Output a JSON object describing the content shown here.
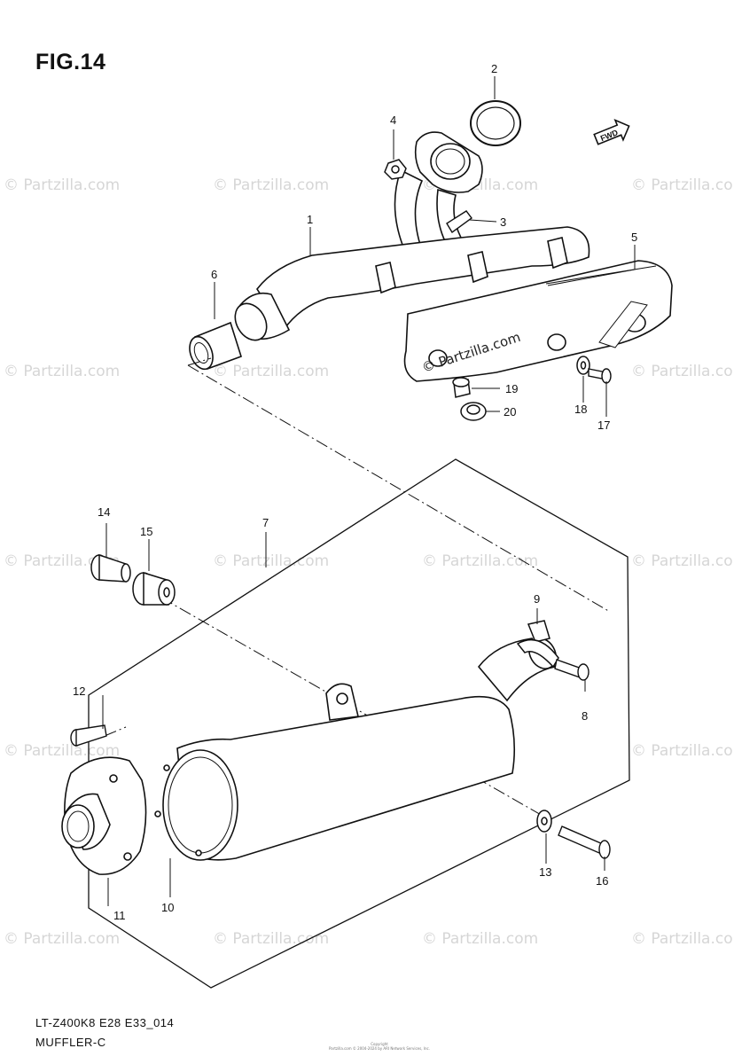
{
  "figure": {
    "title": "FIG.14",
    "model_code": "LT-Z400K8 E28 E33_014",
    "section_name": "MUFFLER-C"
  },
  "watermark": {
    "text": "© Partzilla.com",
    "color": "#d6d6d6"
  },
  "copyright": {
    "line1": "Copyright",
    "line2": "Partzilla.com © 2004-2024 by ARI Network Services, Inc."
  },
  "callouts": [
    {
      "id": "callout-1",
      "label": "1"
    },
    {
      "id": "callout-2",
      "label": "2"
    },
    {
      "id": "callout-3",
      "label": "3"
    },
    {
      "id": "callout-4",
      "label": "4"
    },
    {
      "id": "callout-5",
      "label": "5"
    },
    {
      "id": "callout-6",
      "label": "6"
    },
    {
      "id": "callout-7",
      "label": "7"
    },
    {
      "id": "callout-8",
      "label": "8"
    },
    {
      "id": "callout-9",
      "label": "9"
    },
    {
      "id": "callout-10",
      "label": "10"
    },
    {
      "id": "callout-11",
      "label": "11"
    },
    {
      "id": "callout-12",
      "label": "12"
    },
    {
      "id": "callout-13",
      "label": "13"
    },
    {
      "id": "callout-14",
      "label": "14"
    },
    {
      "id": "callout-15",
      "label": "15"
    },
    {
      "id": "callout-16",
      "label": "16"
    },
    {
      "id": "callout-17",
      "label": "17"
    },
    {
      "id": "callout-18",
      "label": "18"
    },
    {
      "id": "callout-19",
      "label": "19"
    },
    {
      "id": "callout-20",
      "label": "20"
    }
  ],
  "fwd_icon": {
    "label": "FWD",
    "icon": "forward-arrow-icon"
  }
}
